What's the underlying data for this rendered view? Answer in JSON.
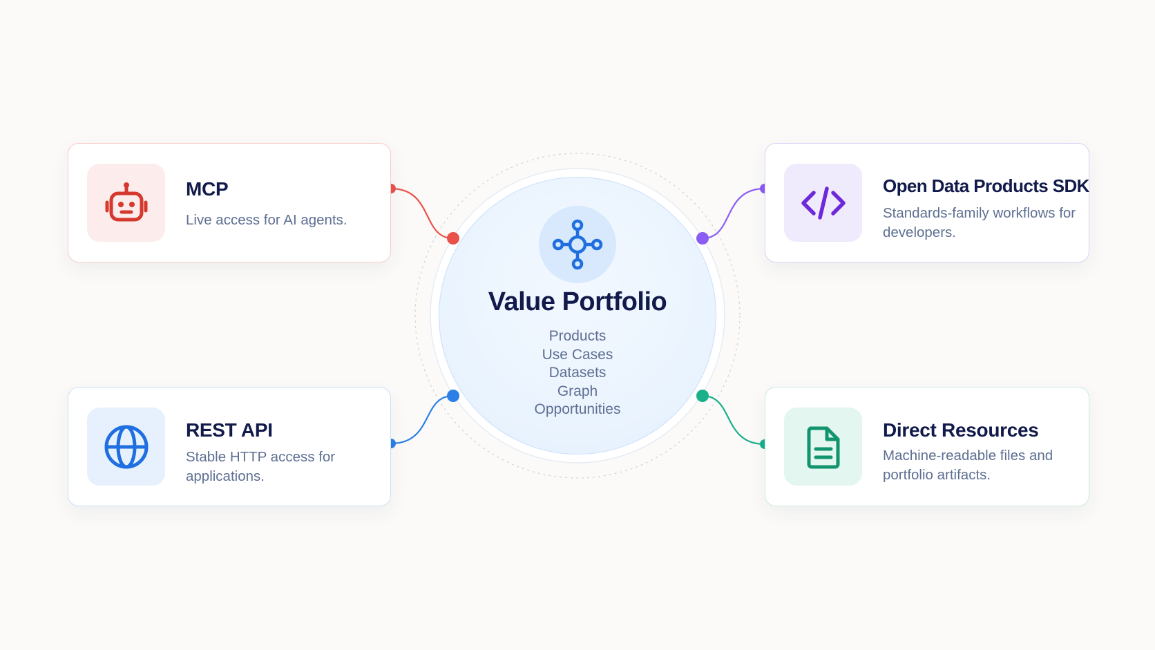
{
  "center": {
    "title": "Value Portfolio",
    "items": [
      "Products",
      "Use Cases",
      "Datasets",
      "Graph",
      "Opportunities"
    ],
    "icon": "hub-network-icon",
    "color": "#1f6fe0"
  },
  "cards": {
    "mcp": {
      "title": "MCP",
      "description": "Live access for AI agents.",
      "icon": "robot-icon",
      "color": "#e0453b"
    },
    "sdk": {
      "title": "Open Data Products SDK",
      "description": "Standards-family workflows for developers.",
      "icon": "code-icon",
      "color": "#7c3aed"
    },
    "rest": {
      "title": "REST API",
      "description": "Stable HTTP access for applications.",
      "icon": "globe-icon",
      "color": "#1f6fe0"
    },
    "direct": {
      "title": "Direct Resources",
      "description": "Machine-readable files and portfolio artifacts.",
      "icon": "document-icon",
      "color": "#16a37f"
    }
  }
}
